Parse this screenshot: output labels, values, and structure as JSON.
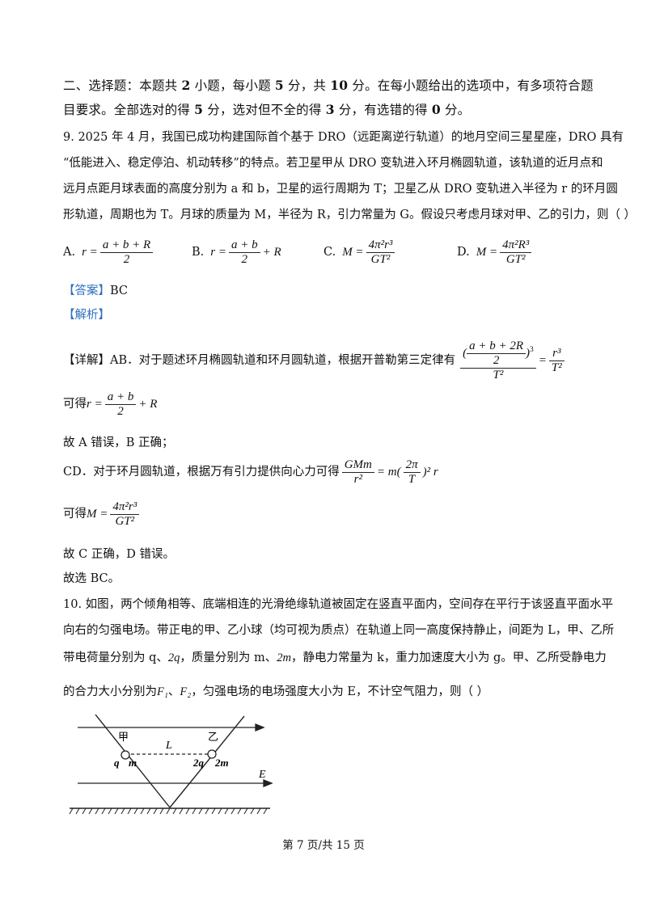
{
  "section": {
    "p1": "二、选择题：本题共 ",
    "b1": "2",
    "p2": " 小题，每小题 ",
    "b2": "5",
    "p3": " 分，共 ",
    "b3": "10",
    "p4": " 分。在每小题给出的选项中，有多项符合题",
    "line2_a": "目要求。全部选对的得 ",
    "b4": "5",
    "line2_b": " 分，选对但不全的得 ",
    "b5": "3",
    "line2_c": " 分，有选错的得 ",
    "b6": "0",
    "line2_d": " 分。"
  },
  "q9": {
    "line1": "9. 2025 年  4 月，我国已成功构建国际首个基于  DRO（远距离逆行轨道）的地月空间三星星座，DRO 具有",
    "line2": "“低能进入、稳定停泊、机动转移”的特点。若卫星甲从  DRO 变轨进入环月椭圆轨道，该轨道的近月点和",
    "line3": "远月点距月球表面的高度分别为  a 和  b，卫星的运行周期为  T；卫星乙从  DRO 变轨进入半径为  r 的环月圆",
    "line4": "形轨道，周期也为  T。月球的质量为  M，半径为  R，引力常量为  G。假设只考虑月球对甲、乙的引力，则（          ）",
    "options": [
      {
        "label": "A.",
        "lhs": "r =",
        "num": "a + b + R",
        "den": "2",
        "tail": ""
      },
      {
        "label": "B.",
        "lhs": "r =",
        "num": "a + b",
        "den": "2",
        "tail": "+ R"
      },
      {
        "label": "C.",
        "lhs": "M =",
        "num": "4π²r³",
        "den": "GT²",
        "tail": ""
      },
      {
        "label": "D.",
        "lhs": "M =",
        "num": "4π²R³",
        "den": "GT²",
        "tail": ""
      }
    ],
    "answer_tag": "【答案】",
    "answer": "BC",
    "analysis_tag": "【解析】",
    "detail_tag": "【详解】",
    "detail_ab": "AB．对于题述环月椭圆轨道和环月圆轨道，根据开普勒第三定律有",
    "eq1_num": "a + b + 2R",
    "eq1_den": "2",
    "eq1_T2": "T²",
    "eq1_r3": "r³",
    "get1_label": "可得",
    "get1_lhs": "r =",
    "get1_num": "a + b",
    "get1_den": "2",
    "get1_tail": "+ R",
    "conclusion1": "故  A 错误，B 正确；",
    "detail_cd": "CD．对于环月圆轨道，根据万有引力提供向心力可得",
    "eq2_num": "GMm",
    "eq2_den": "r²",
    "eq2_mid": "= m(",
    "eq2_pnum": "2π",
    "eq2_pden": "T",
    "eq2_tail": ")² r",
    "get2_label": "可得",
    "get2_lhs": "M =",
    "get2_num": "4π²r³",
    "get2_den": "GT²",
    "conclusion2": "故  C 正确，D 错误。",
    "final": "故选  BC。"
  },
  "q10": {
    "line1": "10. 如图，两个倾角相等、底端相连的光滑绝缘轨道被固定在竖直平面内，空间存在平行于该竖直平面水平",
    "line2": "向右的匀强电场。带正电的甲、乙小球（均可视为质点）在轨道上同一高度保持静止，间距为  L，甲、乙所",
    "line3_a": "带电荷量分别为  q、",
    "line3_q2": "2q",
    "line3_b": "，质量分别为  m、",
    "line3_m2": "2m",
    "line3_c": "，静电力常量为  k，重力加速度大小为  g。甲、乙所受静电力",
    "line4_a": "的合力大小分别为",
    "line4_f1": "F₁",
    "line4_sep": "、",
    "line4_f2": "F₂",
    "line4_b": "，匀强电场的电场强度大小为  E，不计空气阻力，则（          ）",
    "figure": {
      "left_ball": "甲",
      "right_ball": "乙",
      "distance": "L",
      "left_charge": "q",
      "left_mass": "m",
      "right_charge": "2q",
      "right_mass": "2m",
      "field": "E"
    }
  },
  "footer": "第  7 页/共  15 页"
}
